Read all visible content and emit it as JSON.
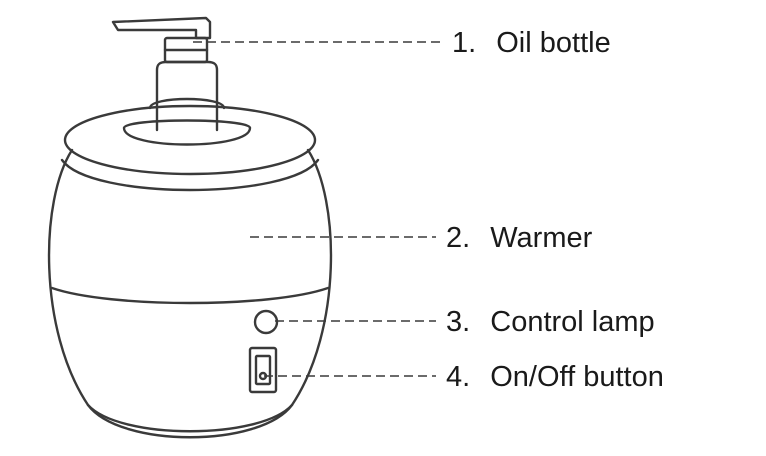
{
  "colors": {
    "line": "#3a3a3a",
    "text": "#1a1a1a",
    "background": "#ffffff"
  },
  "device_icon": "oil-warmer-device",
  "callouts": [
    {
      "number": "1.",
      "label": "Oil bottle"
    },
    {
      "number": "2.",
      "label": "Warmer"
    },
    {
      "number": "3.",
      "label": "Control lamp"
    },
    {
      "number": "4.",
      "label": "On/Off button"
    }
  ]
}
